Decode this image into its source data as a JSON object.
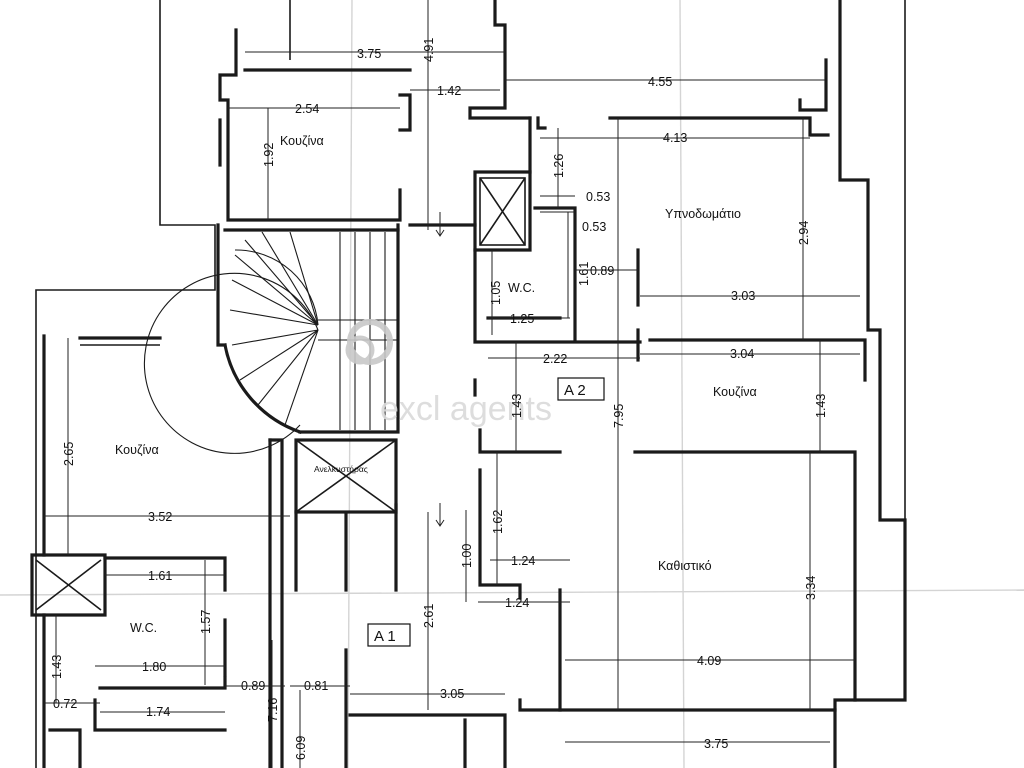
{
  "rooms": {
    "kitchen_top": "Κουζίνα",
    "bedroom": "Υπνοδωμάτιο",
    "wc_top": "W.C.",
    "kitchen_a2": "Κουζίνα",
    "kitchen_a1": "Κουζίνα",
    "living": "Καθιστικό",
    "wc_a1": "W.C.",
    "elevator": "Ανελκυστήρας"
  },
  "units": {
    "a2": "A 2",
    "a1": "A 1"
  },
  "watermark": {
    "text": "excl      agents"
  },
  "dimensions": {
    "d375_top": "3.75",
    "d491": "4.91",
    "d455": "4.55",
    "d142": "1.42",
    "d254": "2.54",
    "d192": "1.92",
    "d413": "4.13",
    "d126": "1.26",
    "d053a": "0.53",
    "d053b": "0.53",
    "d294": "2.94",
    "d161_wc": "1.61",
    "d089_top": "0.89",
    "d105": "1.05",
    "d303": "3.03",
    "d125": "1.25",
    "d222": "2.22",
    "d304": "3.04",
    "d143_a2": "1.43",
    "d795": "7.95",
    "d143_r": "1.43",
    "d265": "2.65",
    "d352": "3.52",
    "d162": "1.62",
    "d100": "1.00",
    "d124a": "1.24",
    "d124b": "1.24",
    "d334": "3.34",
    "d161_a1": "1.61",
    "d157": "1.57",
    "d261": "2.61",
    "d180": "1.80",
    "d143_a1": "1.43",
    "d089_a1": "0.89",
    "d081": "0.81",
    "d409": "4.09",
    "d072": "0.72",
    "d174": "1.74",
    "d305": "3.05",
    "d716": "7.16",
    "d609": "6.09",
    "d375_bot": "3.75"
  }
}
